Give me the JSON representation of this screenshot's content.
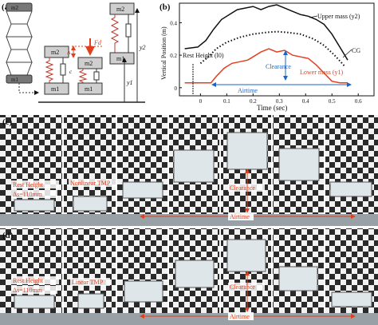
{
  "panel_a": {
    "label": "(a)",
    "mass_upper": "m2",
    "mass_lower": "m1",
    "force": "Fd",
    "delta": "Δ",
    "spring_c": "c",
    "y2": "y2",
    "y1": "y1"
  },
  "panel_b": {
    "label": "(b)",
    "ylabel": "Vertical Position (m)",
    "xlabel": "Time (sec)",
    "rest_height": "Rest Height (l0)",
    "clearance": "Clearance",
    "airtime": "Airtime",
    "cg": "CG",
    "upper_label": "Upper mass (y2)",
    "lower_label": "Lower mass (y1)"
  },
  "chart_data": {
    "type": "line",
    "xlabel": "Time (sec)",
    "ylabel": "Vertical Position (m)",
    "xlim": [
      -0.08,
      0.66
    ],
    "ylim": [
      -0.05,
      0.52
    ],
    "xticks": [
      "0",
      "0.1",
      "0.2",
      "0.3",
      "0.4",
      "0.5",
      "0.6"
    ],
    "yticks": [
      "0",
      "0.2",
      "0.4"
    ],
    "series": [
      {
        "name": "Upper mass (y2)",
        "color": "#111111",
        "style": "solid",
        "x": [
          -0.06,
          -0.01,
          0.02,
          0.05,
          0.08,
          0.11,
          0.14,
          0.17,
          0.2,
          0.23,
          0.26,
          0.29,
          0.32,
          0.35,
          0.38,
          0.41,
          0.44,
          0.47,
          0.5,
          0.53,
          0.56
        ],
        "y": [
          0.24,
          0.25,
          0.29,
          0.36,
          0.42,
          0.45,
          0.48,
          0.49,
          0.5,
          0.48,
          0.5,
          0.51,
          0.49,
          0.47,
          0.45,
          0.44,
          0.42,
          0.39,
          0.33,
          0.25,
          0.17
        ]
      },
      {
        "name": "CG",
        "color": "#111111",
        "style": "dotted",
        "x": [
          0.0,
          0.03,
          0.06,
          0.1,
          0.15,
          0.2,
          0.25,
          0.29,
          0.33,
          0.38,
          0.43,
          0.47,
          0.51,
          0.55
        ],
        "y": [
          0.15,
          0.19,
          0.24,
          0.28,
          0.31,
          0.33,
          0.34,
          0.345,
          0.34,
          0.33,
          0.3,
          0.26,
          0.2,
          0.13
        ]
      },
      {
        "name": "Lower mass (y1)",
        "color": "#e0401f",
        "style": "solid",
        "x": [
          -0.06,
          0.0,
          0.04,
          0.06,
          0.09,
          0.12,
          0.15,
          0.18,
          0.2,
          0.23,
          0.26,
          0.29,
          0.32,
          0.35,
          0.38,
          0.41,
          0.44,
          0.47,
          0.5,
          0.53,
          0.56
        ],
        "y": [
          0.03,
          0.03,
          0.03,
          0.07,
          0.12,
          0.15,
          0.16,
          0.17,
          0.19,
          0.22,
          0.24,
          0.22,
          0.23,
          0.2,
          0.19,
          0.18,
          0.14,
          0.09,
          0.04,
          0.03,
          0.03
        ]
      }
    ]
  },
  "panel_c": {
    "label": "(c)",
    "rest_height": "Rest Height",
    "delta": "Δs=110mm",
    "tmp": "Nonlinear TMP",
    "clearance": "Clearance",
    "airtime": "Airtime"
  },
  "panel_d": {
    "label": "(d)",
    "rest_height": "Rest Height",
    "delta": "Δs=110mm",
    "tmp": "Linear TMP",
    "clearance": "Clearance",
    "airtime": "Airtime"
  },
  "colors": {
    "accent_red": "#e0401f",
    "accent_blue": "#1a63c9"
  }
}
